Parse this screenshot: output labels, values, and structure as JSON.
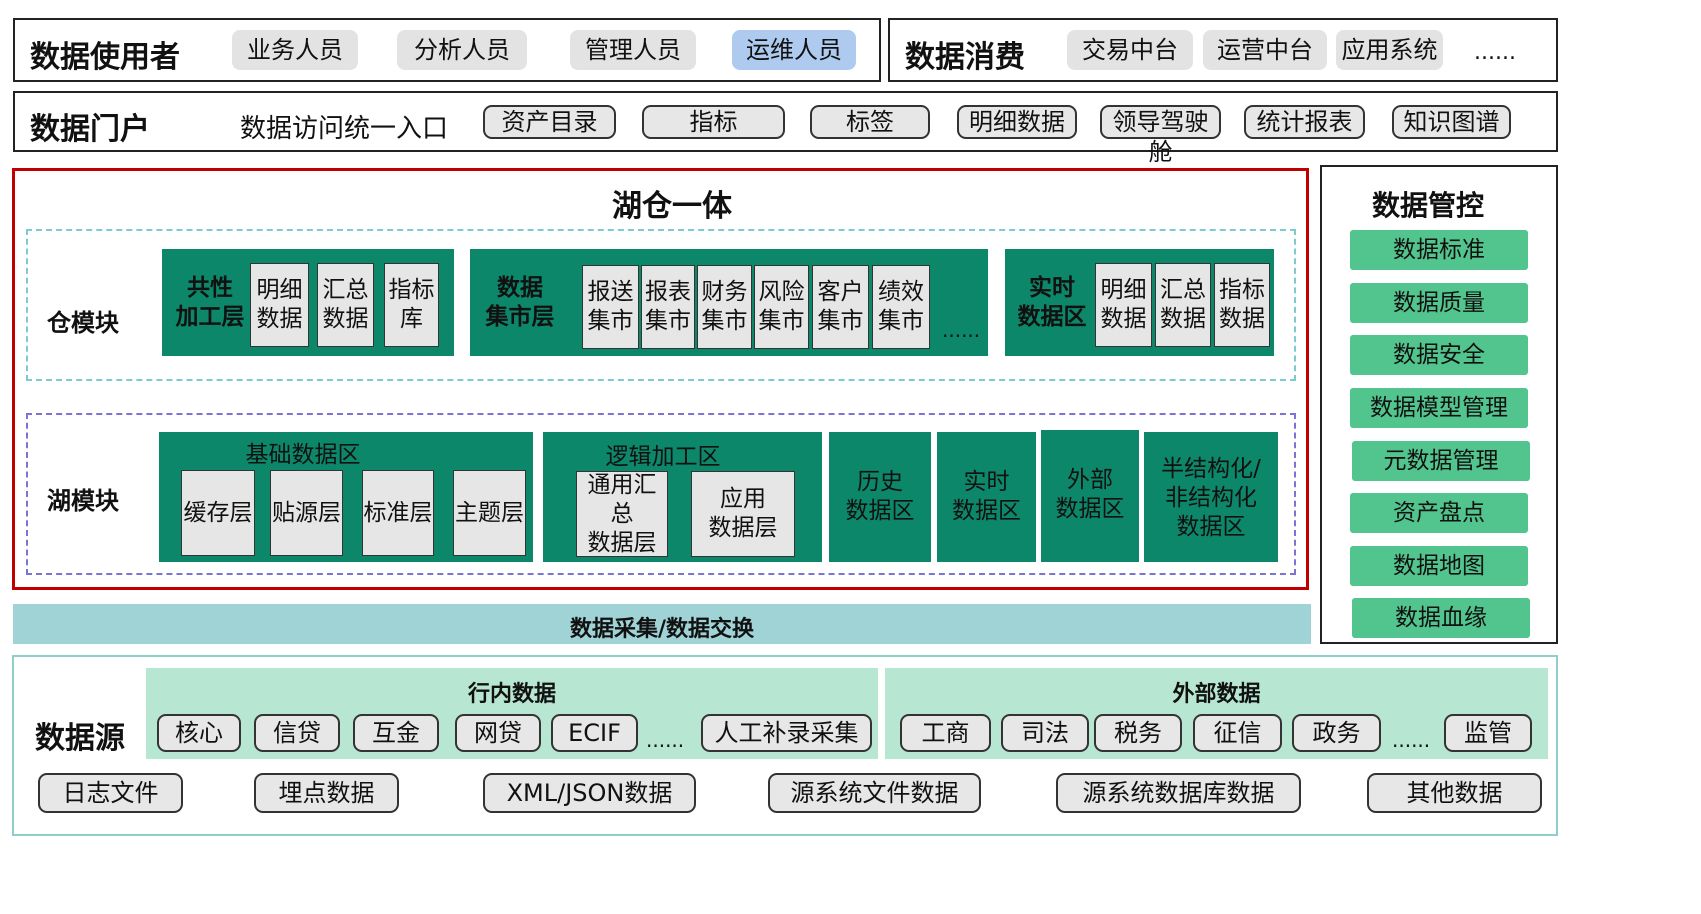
{
  "top": {
    "users_title": "数据使用者",
    "users": [
      "业务人员",
      "分析人员",
      "管理人员",
      "运维人员"
    ],
    "consume_title": "数据消费",
    "consume": [
      "交易中台",
      "运营中台",
      "应用系统",
      "......"
    ]
  },
  "portal": {
    "title": "数据门户",
    "subtitle": "数据访问统一入口",
    "items": [
      "资产目录",
      "指标",
      "标签",
      "明细数据",
      "领导驾驶舱",
      "统计报表",
      "知识图谱"
    ]
  },
  "lakehouse": {
    "title": "湖仓一体",
    "warehouse": {
      "label": "仓模块",
      "common": {
        "label": "共性\n加工层",
        "items": [
          "明细\n数据",
          "汇总\n数据",
          "指标\n库"
        ]
      },
      "mart": {
        "label": "数据\n集市层",
        "items": [
          "报送\n集市",
          "报表\n集市",
          "财务\n集市",
          "风险\n集市",
          "客户\n集市",
          "绩效\n集市"
        ],
        "more": "......"
      },
      "realtime": {
        "label": "实时\n数据区",
        "items": [
          "明细\n数据",
          "汇总\n数据",
          "指标\n数据"
        ]
      }
    },
    "lake": {
      "label": "湖模块",
      "basic": {
        "label": "基础数据区",
        "items": [
          "缓存层",
          "贴源层",
          "标准层",
          "主题层"
        ]
      },
      "logic": {
        "label": "逻辑加工区",
        "items": [
          "通用汇总\n数据层",
          "应用\n数据层"
        ]
      },
      "zones": [
        "历史\n数据区",
        "实时\n数据区",
        "外部\n数据区",
        "半结构化/\n非结构化\n数据区"
      ]
    }
  },
  "governance": {
    "title": "数据管控",
    "items": [
      "数据标准",
      "数据质量",
      "数据安全",
      "数据模型管理",
      "元数据管理",
      "资产盘点",
      "数据地图",
      "数据血缘"
    ]
  },
  "collect": {
    "label": "数据采集/数据交换"
  },
  "sources": {
    "title": "数据源",
    "internal": {
      "label": "行内数据",
      "items": [
        "核心",
        "信贷",
        "互金",
        "网贷",
        "ECIF",
        "人工补录采集"
      ],
      "more": "......"
    },
    "external": {
      "label": "外部数据",
      "items": [
        "工商",
        "司法",
        "税务",
        "征信",
        "政务",
        "监管"
      ],
      "more": "......"
    },
    "bottom": [
      "日志文件",
      "埋点数据",
      "XML/JSON数据",
      "源系统文件数据",
      "源系统数据库数据",
      "其他数据"
    ]
  },
  "colors": {
    "accent_green": "#0c876a",
    "governance_green": "#52c48d",
    "light_green": "#b7e6d2",
    "collect_band": "#9fd3d6",
    "frame_red": "#c00000",
    "selected_blue": "#aecbef"
  }
}
